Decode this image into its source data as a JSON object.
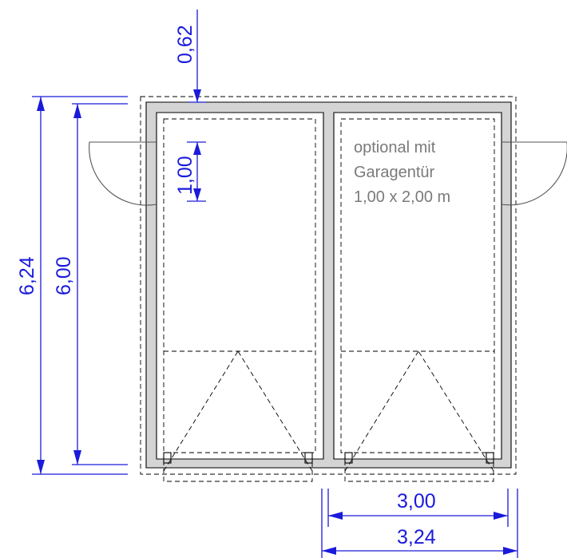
{
  "dimensions": {
    "top_offset": "0,62",
    "interior_depth_offset": "1,00",
    "outer_length": "6,24",
    "inner_length": "6,00",
    "inner_width": "3,00",
    "outer_width": "3,24"
  },
  "note": {
    "line1": "optional mit",
    "line2": "Garagentür",
    "line3": "1,00 x 2,00 m"
  },
  "colors": {
    "dimension": "#1a1adb",
    "wall_fill": "#d4d4d4",
    "note": "#7a7a7a"
  }
}
